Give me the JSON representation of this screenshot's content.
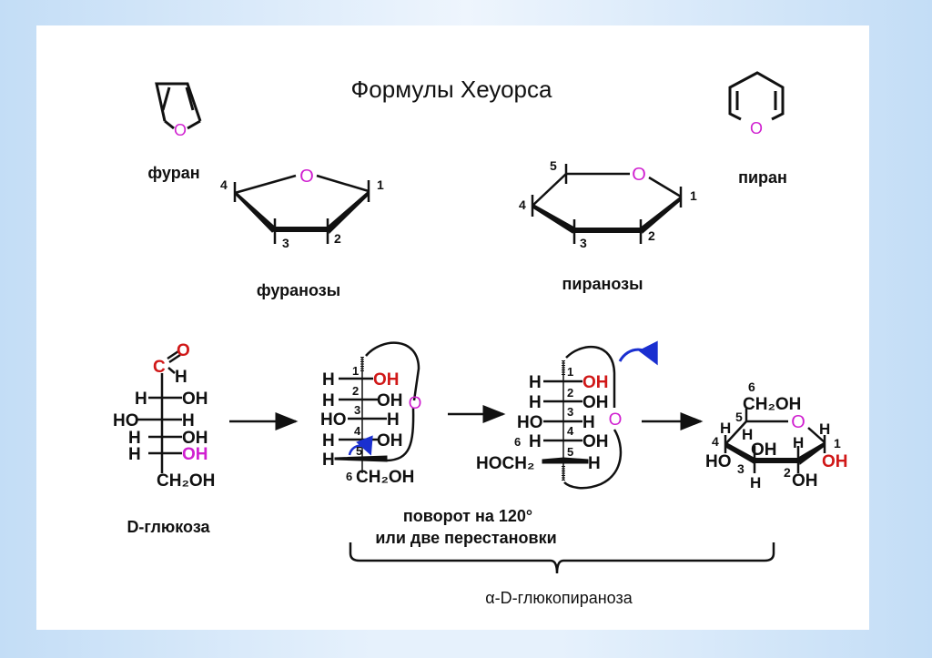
{
  "title": "Формулы Хеуорса",
  "colors": {
    "ring_oxygen": "#d020d0",
    "red_group": "#d01818",
    "arrow_blue": "#1a2fd0",
    "background": "#c3ddf6"
  },
  "top": {
    "furan_label": "фуран",
    "furan_oxygen": "O",
    "pyran_label": "пиран",
    "pyran_oxygen": "O",
    "furanose": {
      "label": "фуранозы",
      "oxygen": "O",
      "numbers": [
        "1",
        "2",
        "3",
        "4"
      ]
    },
    "pyranose": {
      "label": "пиранозы",
      "oxygen": "O",
      "numbers": [
        "1",
        "2",
        "3",
        "4",
        "5"
      ]
    }
  },
  "glucose_open": {
    "label": "D-глюкоза",
    "aldehyde_c": "C",
    "aldehyde_o": "O",
    "aldehyde_h": "H",
    "rows": [
      {
        "left": "H",
        "right": "OH"
      },
      {
        "left": "HO",
        "right": "H"
      },
      {
        "left": "H",
        "right": "OH"
      },
      {
        "left": "H",
        "right": "OH"
      }
    ],
    "bottom": "CH₂OH"
  },
  "fischer_ring_1": {
    "numbers": [
      "1",
      "2",
      "3",
      "4",
      "5",
      "6"
    ],
    "rows": [
      {
        "left": "H",
        "right": "OH"
      },
      {
        "left": "H",
        "right": "OH"
      },
      {
        "left": "HO",
        "right": "H"
      },
      {
        "left": "H",
        "right": "OH"
      }
    ],
    "c5_left": "H",
    "bottom": "CH₂OH",
    "oxygen": "O"
  },
  "fischer_ring_2": {
    "numbers": [
      "1",
      "2",
      "3",
      "4",
      "5",
      "6"
    ],
    "rows": [
      {
        "left": "H",
        "right": "OH"
      },
      {
        "left": "H",
        "right": "OH"
      },
      {
        "left": "HO",
        "right": "H"
      },
      {
        "left": "H",
        "right": "OH"
      }
    ],
    "c5_left": "HOCH₂",
    "c5_right": "H",
    "oxygen": "O"
  },
  "haworth_glucose": {
    "numbers": [
      "1",
      "2",
      "3",
      "4",
      "5",
      "6"
    ],
    "ch2oh": "CH₂OH",
    "oxygen": "O",
    "groups": {
      "c1_up": "H",
      "c1_down": "OH",
      "c2_up": "H",
      "c2_down": "OH",
      "c3_up": "OH",
      "c3_down": "H",
      "c4_up": "H",
      "c4_down": "HO",
      "c5_h": "H"
    }
  },
  "annotations": {
    "rotation_line1": "поворот на 120°",
    "rotation_line2": "или две перестановки",
    "bracket_label": "α-D-глюкопираноза"
  }
}
